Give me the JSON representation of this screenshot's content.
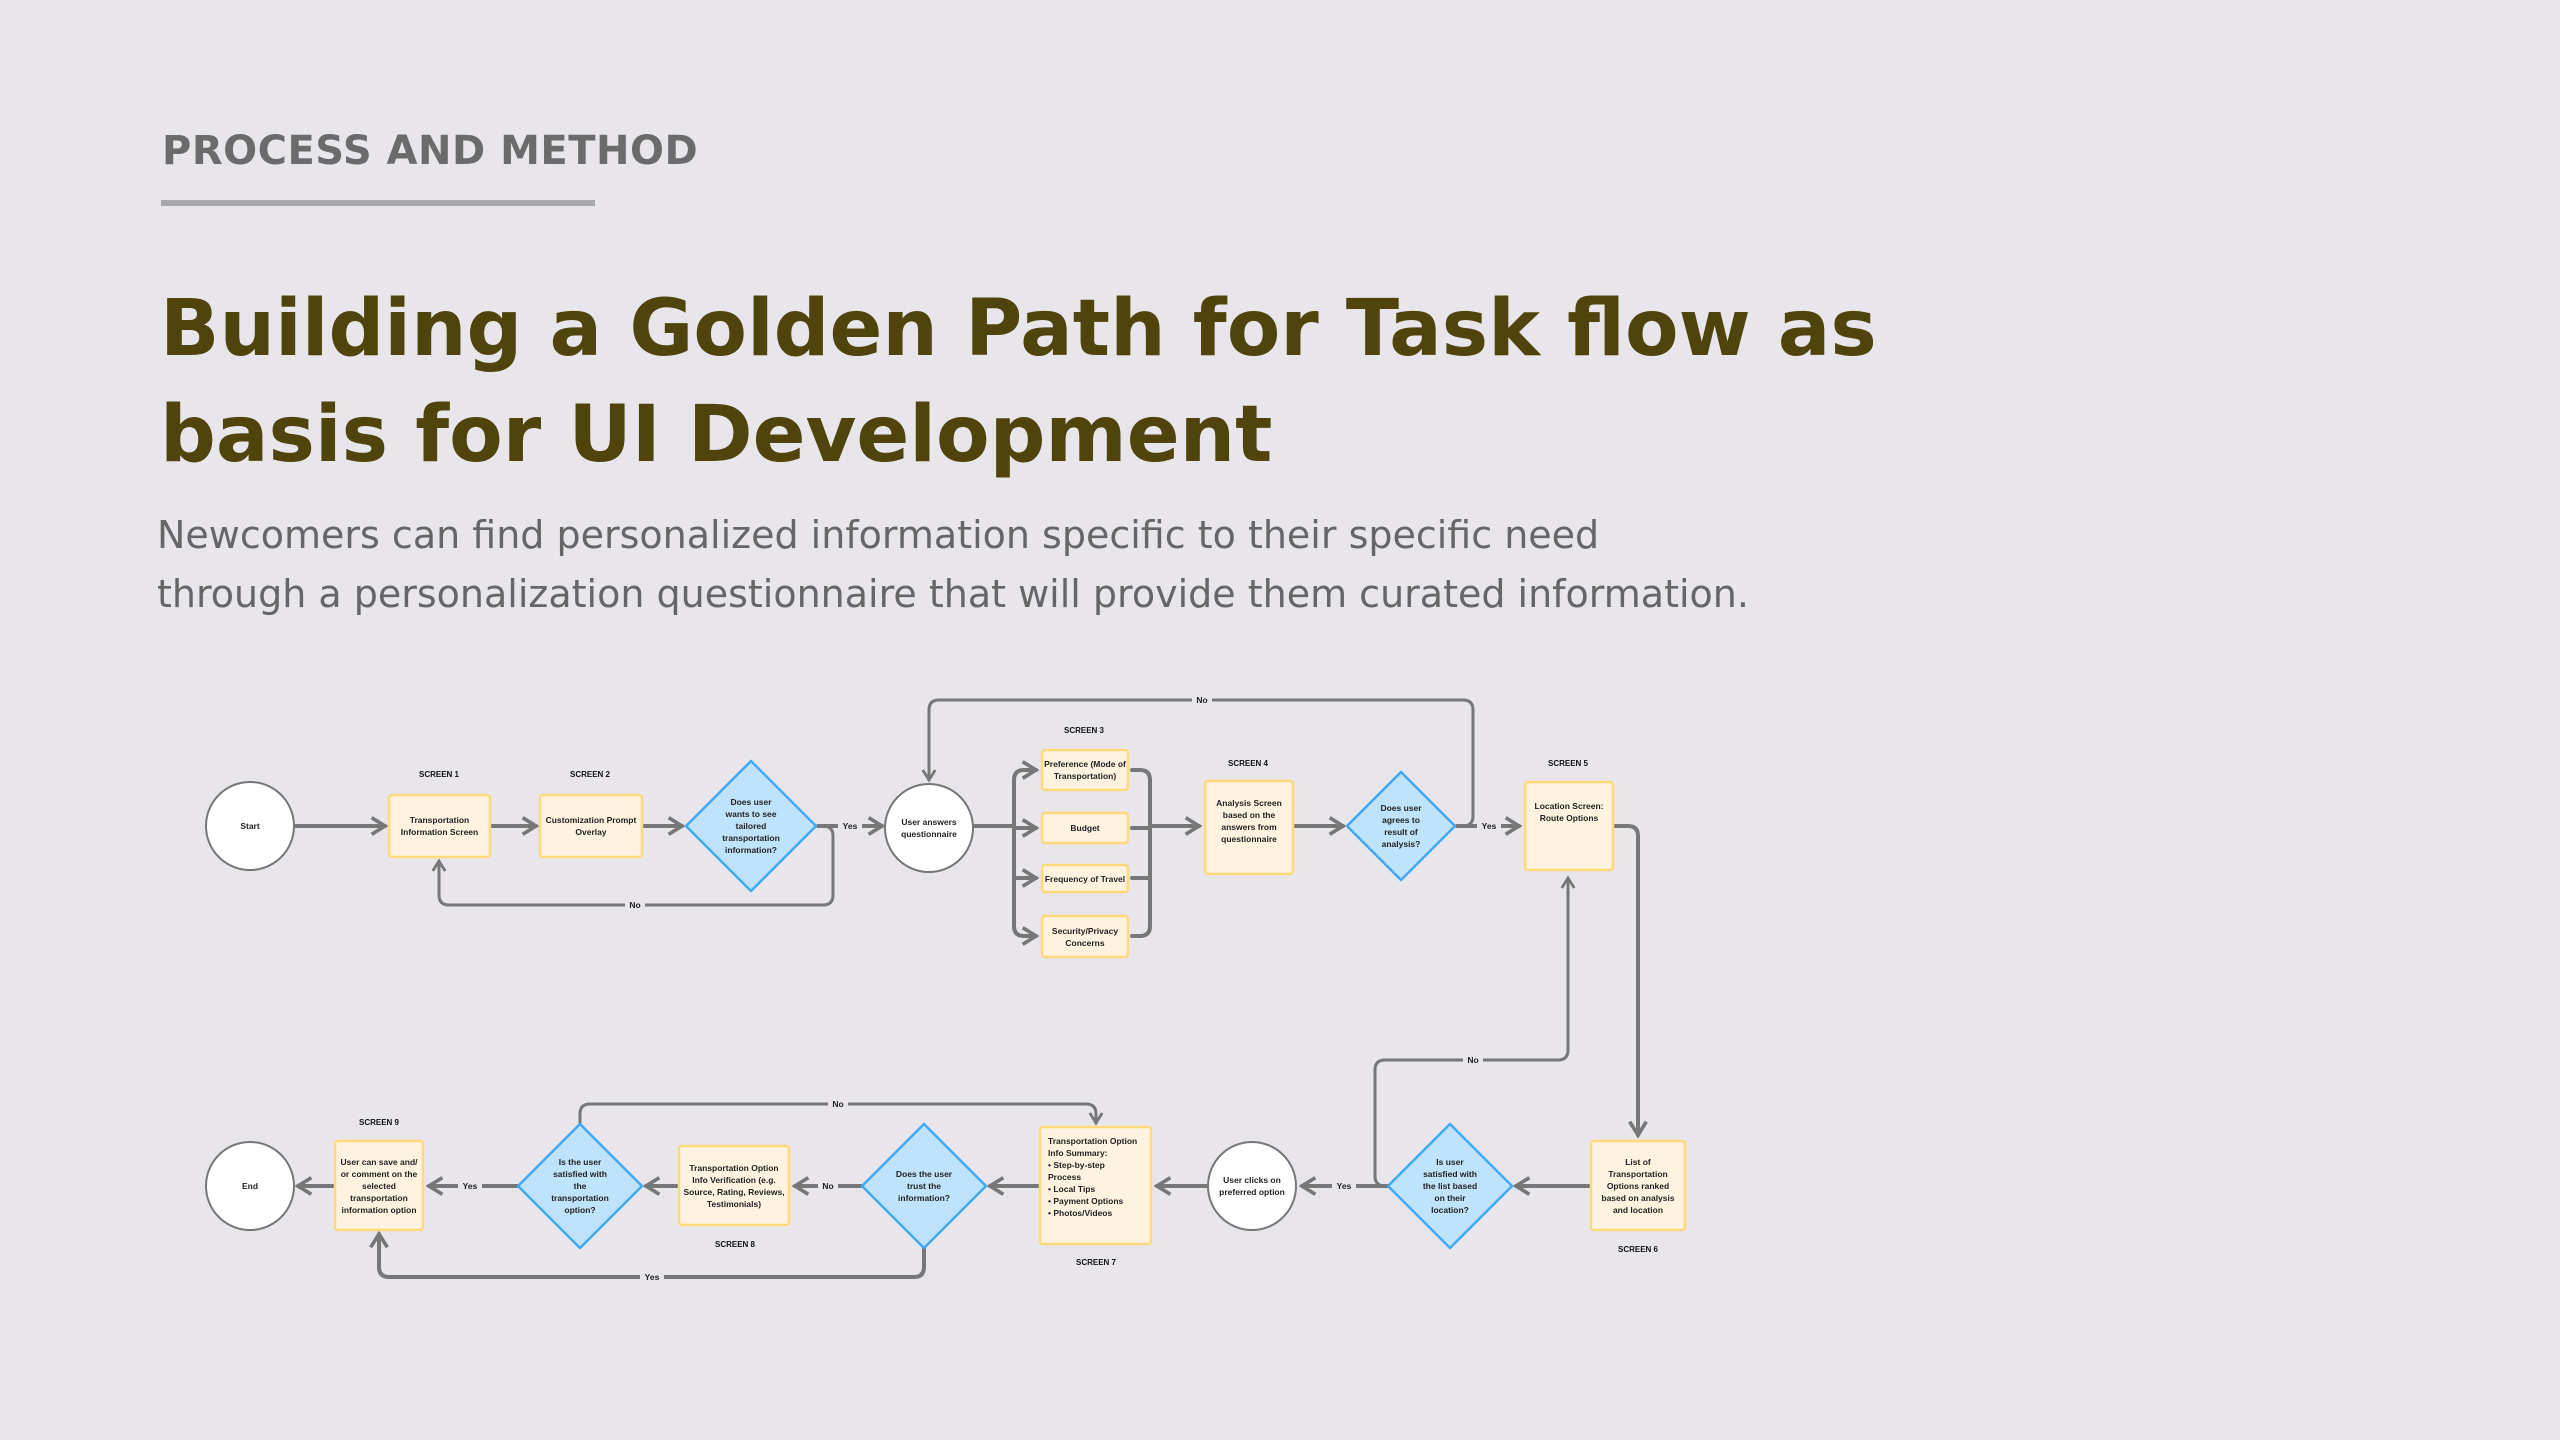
{
  "header": {
    "eyebrow": "PROCESS AND METHOD",
    "title": "Building a Golden Path for Task flow as basis for UI Development",
    "subtitle_line1": "Newcomers can find personalized information specific to their specific need",
    "subtitle_line2": "through a personalization questionnaire that will provide them curated information."
  },
  "colors": {
    "background": "#e8e6eb",
    "title": "#4f450c",
    "screen_fill": "#fff3e0",
    "screen_stroke": "#ffd97a",
    "decision_fill": "#bfe3fb",
    "decision_stroke": "#40a9f5",
    "connector": "#777777"
  },
  "flow": {
    "start": "Start",
    "end": "End",
    "screen_labels": [
      "SCREEN 1",
      "SCREEN 2",
      "SCREEN 3",
      "SCREEN 4",
      "SCREEN 5",
      "SCREEN 6",
      "SCREEN 7",
      "SCREEN 8",
      "SCREEN 9"
    ],
    "screen1": "Transportation\nInformation Screen",
    "screen2": "Customization Prompt\nOverlay",
    "decision1": "Does user\nwants to see\ntailored\ntransportation\ninformation?",
    "answers": "User answers\nquestionnaire",
    "q_pref": "Preference (Mode of\nTransportation)",
    "q_budget": "Budget",
    "q_freq": "Frequency of Travel",
    "q_security": "Security/Privacy\nConcerns",
    "screen4": "Analysis Screen\nbased on the\nanswers from\nquestionnaire",
    "decision2": "Does user\nagrees to\nresult of\nanalysis?",
    "screen5": "Location Screen:\nRoute Options",
    "screen6": "List of\nTransportation\nOptions ranked\nbased on analysis\nand location",
    "decision3": "Is user\nsatisfied with\nthe list based\non their\nlocation?",
    "clicks": "User clicks on\npreferred option",
    "screen7": "Transportation Option\nInfo Summary:\n•  Step-by-step\n    Process\n•  Local Tips\n•  Payment Options\n•  Photos/Videos",
    "decision4": "Does the user\ntrust the\ninformation?",
    "screen8": "Transportation Option\nInfo Verification (e.g.\nSource, Rating, Reviews,\nTestimonials)",
    "decision5": "Is the user\nsatisfied with\nthe\ntransportation\noption?",
    "screen9": "User can save and/\nor comment on the\nselected\ntransportation\ninformation option",
    "edges": {
      "yes": "Yes",
      "no": "No"
    }
  }
}
